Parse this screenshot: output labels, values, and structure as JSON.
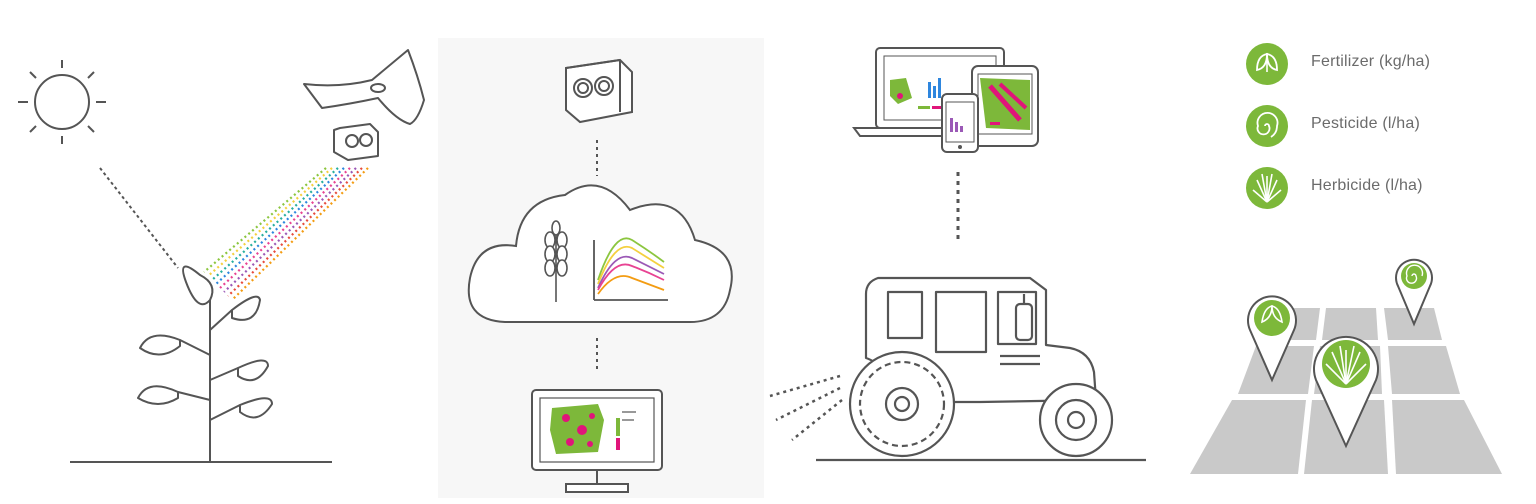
{
  "legend": {
    "items": [
      {
        "label": "Fertilizer (kg/ha)",
        "icon": "leaf-icon"
      },
      {
        "label": "Pesticide (l/ha)",
        "icon": "spiral-icon"
      },
      {
        "label": "Herbicide (l/ha)",
        "icon": "grass-icon"
      }
    ]
  },
  "colors": {
    "accent_green": "#7db83a",
    "line_gray": "#555555",
    "field_gray": "#c8c8c8",
    "magenta": "#e0157a"
  }
}
